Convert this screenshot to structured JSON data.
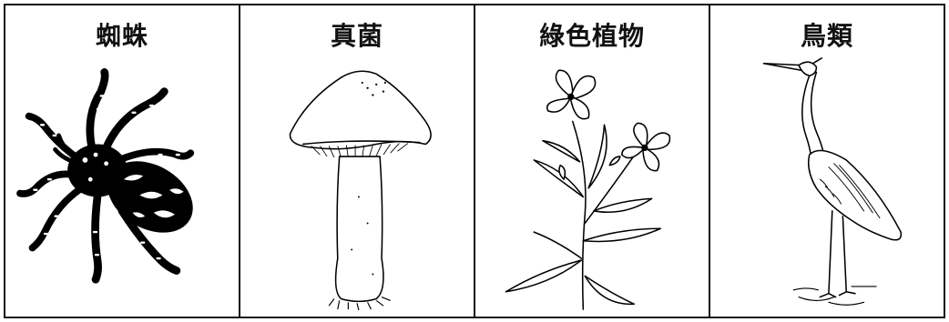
{
  "panels": [
    {
      "label": "蜘蛛",
      "icon": "spider-icon"
    },
    {
      "label": "真菌",
      "icon": "mushroom-icon"
    },
    {
      "label": "綠色植物",
      "icon": "green-plant-icon"
    },
    {
      "label": "鳥類",
      "icon": "heron-bird-icon"
    }
  ]
}
